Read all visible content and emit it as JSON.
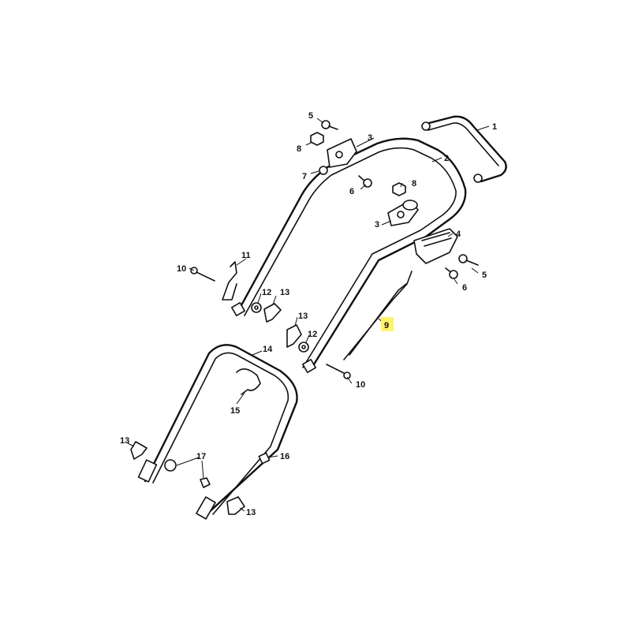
{
  "highlight_color": "#fff36b",
  "callouts": {
    "c1": "1",
    "c2": "2",
    "c3a": "3",
    "c3b": "3",
    "c4": "4",
    "c5a": "5",
    "c5b": "5",
    "c6a": "6",
    "c6b": "6",
    "c7": "7",
    "c8a": "8",
    "c8b": "8",
    "c9": "9",
    "c10a": "10",
    "c10b": "10",
    "c11": "11",
    "c12a": "12",
    "c12b": "12",
    "c13a": "13",
    "c13b": "13",
    "c13c": "13",
    "c13d": "13",
    "c14": "14",
    "c15": "15",
    "c16": "16",
    "c17": "17"
  }
}
